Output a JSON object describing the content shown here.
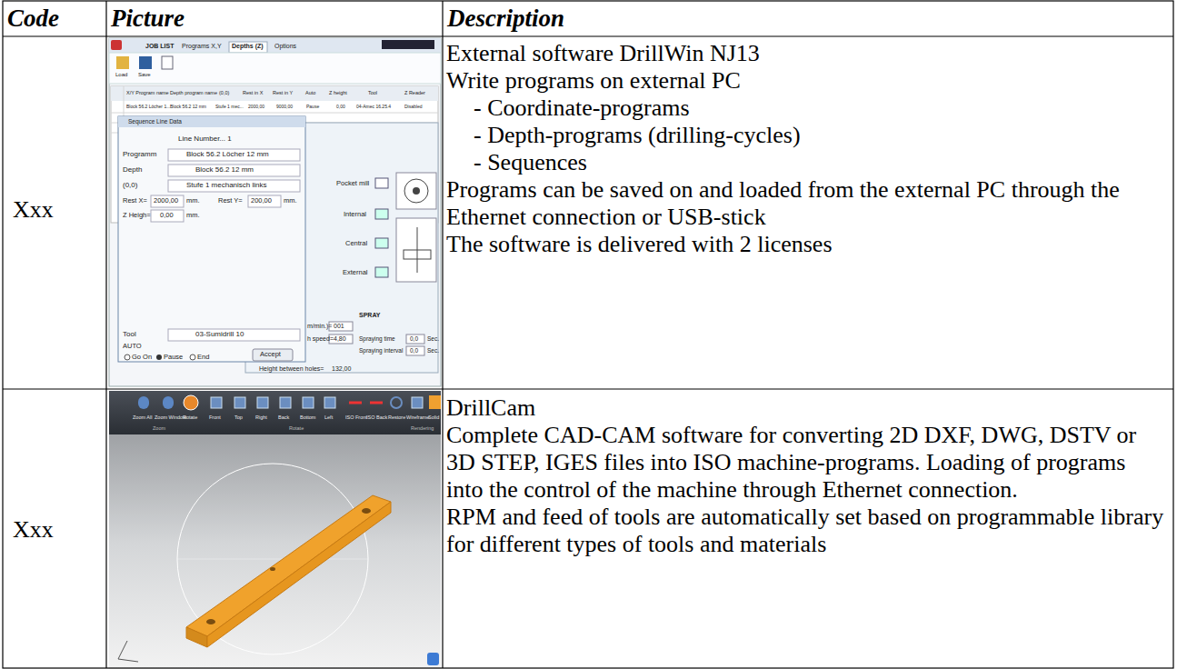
{
  "diagram": {
    "labels": [
      "Code",
      "Picture",
      "Description",
      "Xxx",
      "External software DrillWin NJ13",
      "Write programs on external PC",
      "- Coordinate-programs",
      "- Depth-programs (drilling-cycles)",
      "- Sequences",
      "Programs can be saved on and loaded from the external PC through the Ethernet connection or USB-stick",
      "The software is delivered with 2 licenses",
      "Xxx",
      "DrillCam",
      "Complete CAD-CAM software for converting 2D DXF, DWG, DSTV or 3D STEP, IGES files into ISO machine-programs. Loading of programs into the control of the machine through Ethernet connection.",
      "RPM and feed of tools are automatically set based on programmable library for different types of tools and materials",
      "JOB LIST",
      "Programs X,Y",
      "Depths (Z)",
      "Options",
      "Load",
      "Save",
      "X/Y Program name",
      "Depth program name",
      "(0,0)",
      "Rest in X",
      "Rest in Y",
      "Auto",
      "Z height",
      "Tool",
      "Z Reader",
      "Block 56.2 Löcher 1...",
      "Block 56.2 12 mm",
      "Stufe 1 mec...",
      "2000,00",
      "9000,00",
      "Pause",
      "0,00",
      "04-Amec 16.25.4",
      "Disabled",
      "Sequence Line Data",
      "Line Number... 1",
      "Programm",
      "Block 56.2 Löcher 12 mm",
      "Depth",
      "Block 56.2 12 mm",
      "(0,0)",
      "Stufe 1 mechanisch links",
      "Rest X=",
      "2000,00",
      "mm.",
      "Rest Y=",
      "200,00",
      "mm.",
      "Z Heigh=",
      "0,00",
      "mm.",
      "Tool",
      "03-Sumidrill 10",
      "AUTO",
      "Go On",
      "Pause",
      "End",
      "Accept",
      "Pocket mill",
      "Internal",
      "Central",
      "External",
      "m/min.)=",
      "001",
      "h speed=",
      "4,80",
      "Height between holes=",
      "132,00",
      "SPRAY",
      "Spraying time",
      "0,0",
      "Sec.",
      "Spraying interval",
      "0,0",
      "Sec.",
      "Zoom All",
      "Zoom Window",
      "Rotate",
      "Front",
      "Top",
      "Right",
      "Back",
      "Bottom",
      "Left",
      "ISO Front",
      "ISO Back",
      "Restore",
      "Wireframe",
      "Solid",
      "Zoom",
      "Rotate",
      "Rendering"
    ]
  }
}
